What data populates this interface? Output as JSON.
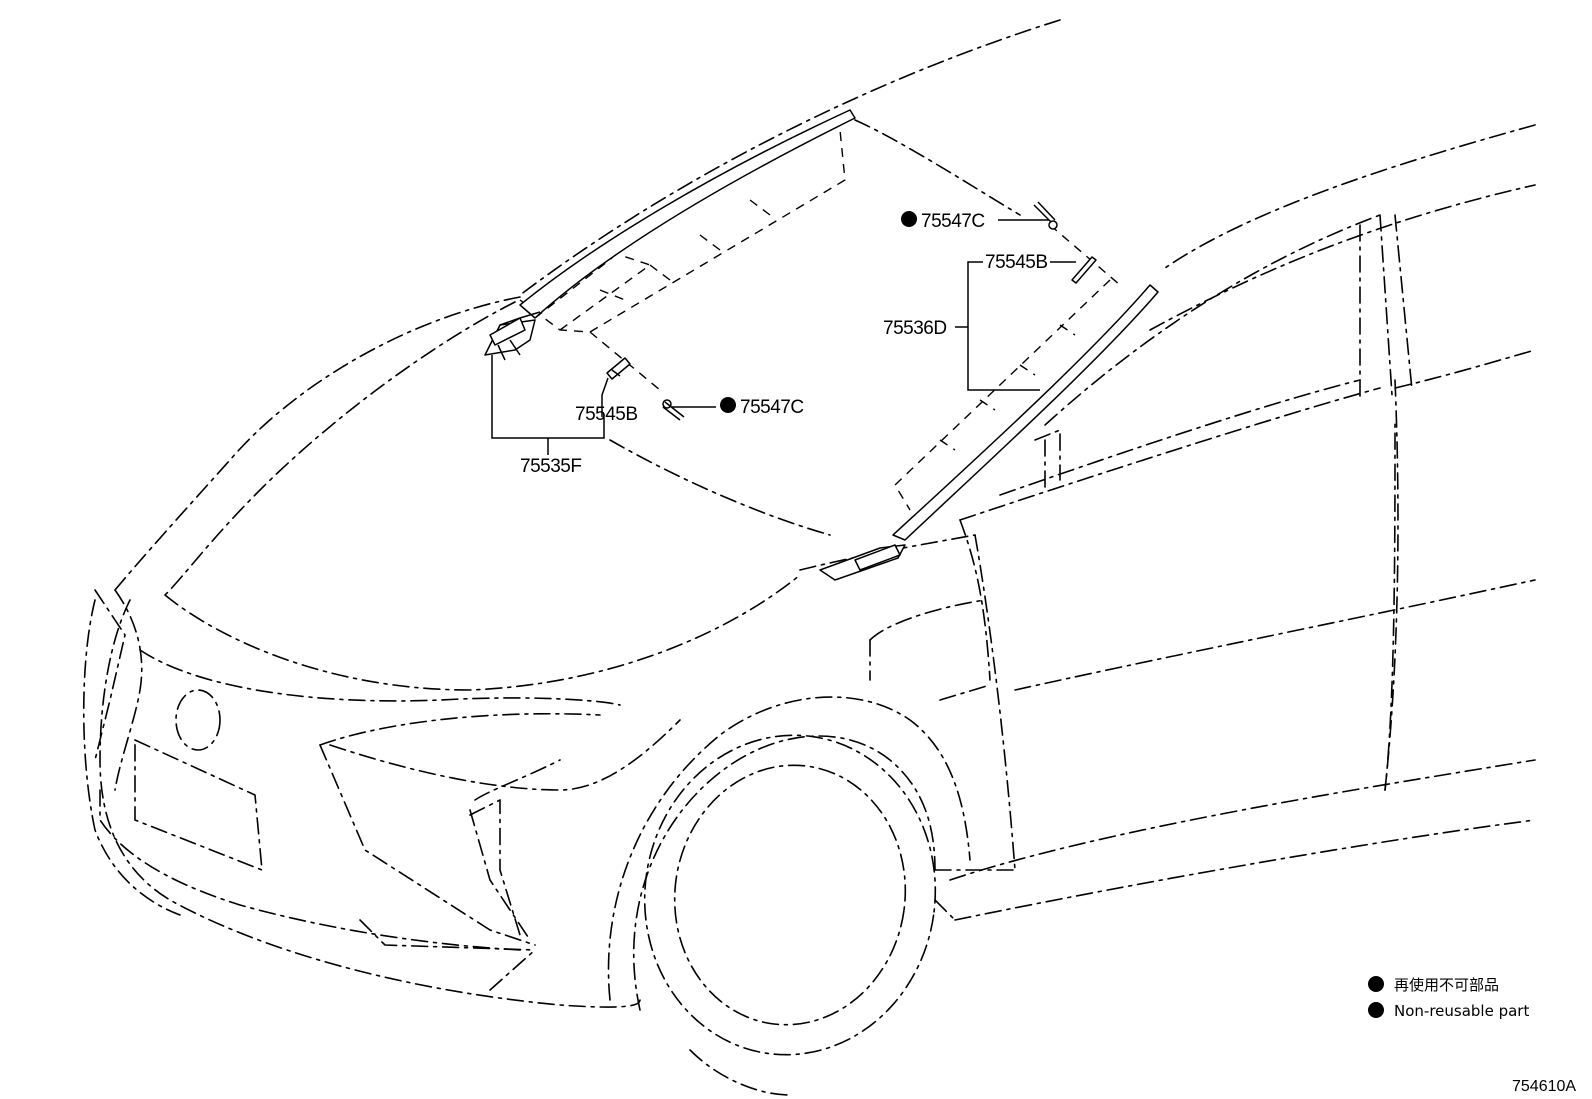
{
  "callouts": {
    "clip_left": "75547C",
    "clip_right": "75547C",
    "retainer_left": "75545B",
    "retainer_right": "75545B",
    "moulding_left": "75535F",
    "moulding_right": "75536D"
  },
  "legend": {
    "symbol": "●",
    "line_jp": "再使用不可部品",
    "line_en": "Non-reusable part"
  },
  "illustration_number": "754610A"
}
